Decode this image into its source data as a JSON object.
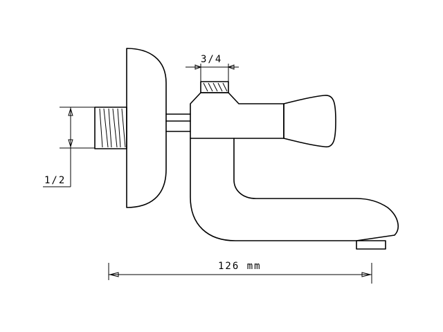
{
  "dimensions": {
    "top_connector": "3/4",
    "wall_connector": "1/2",
    "overall_length": "126 mm"
  },
  "colors": {
    "stroke": "#000000",
    "background": "#ffffff"
  }
}
